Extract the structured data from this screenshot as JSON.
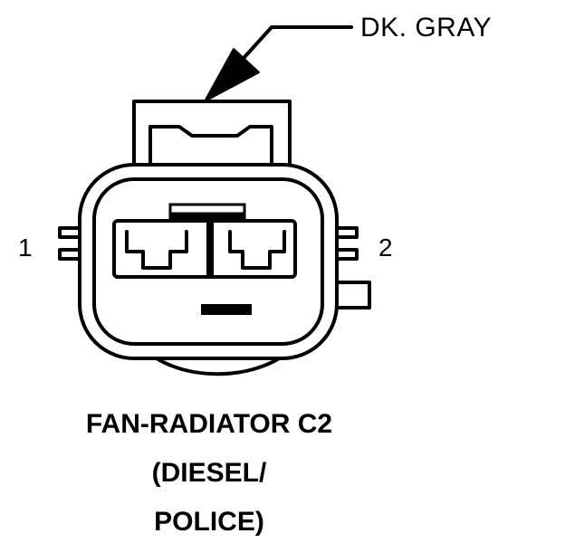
{
  "callout": {
    "color_label": "DK. GRAY"
  },
  "pins": {
    "pin_1": "1",
    "pin_2": "2"
  },
  "title": {
    "line1": "FAN-RADIATOR C2",
    "line2": "(DIESEL/",
    "line3": "POLICE)"
  }
}
